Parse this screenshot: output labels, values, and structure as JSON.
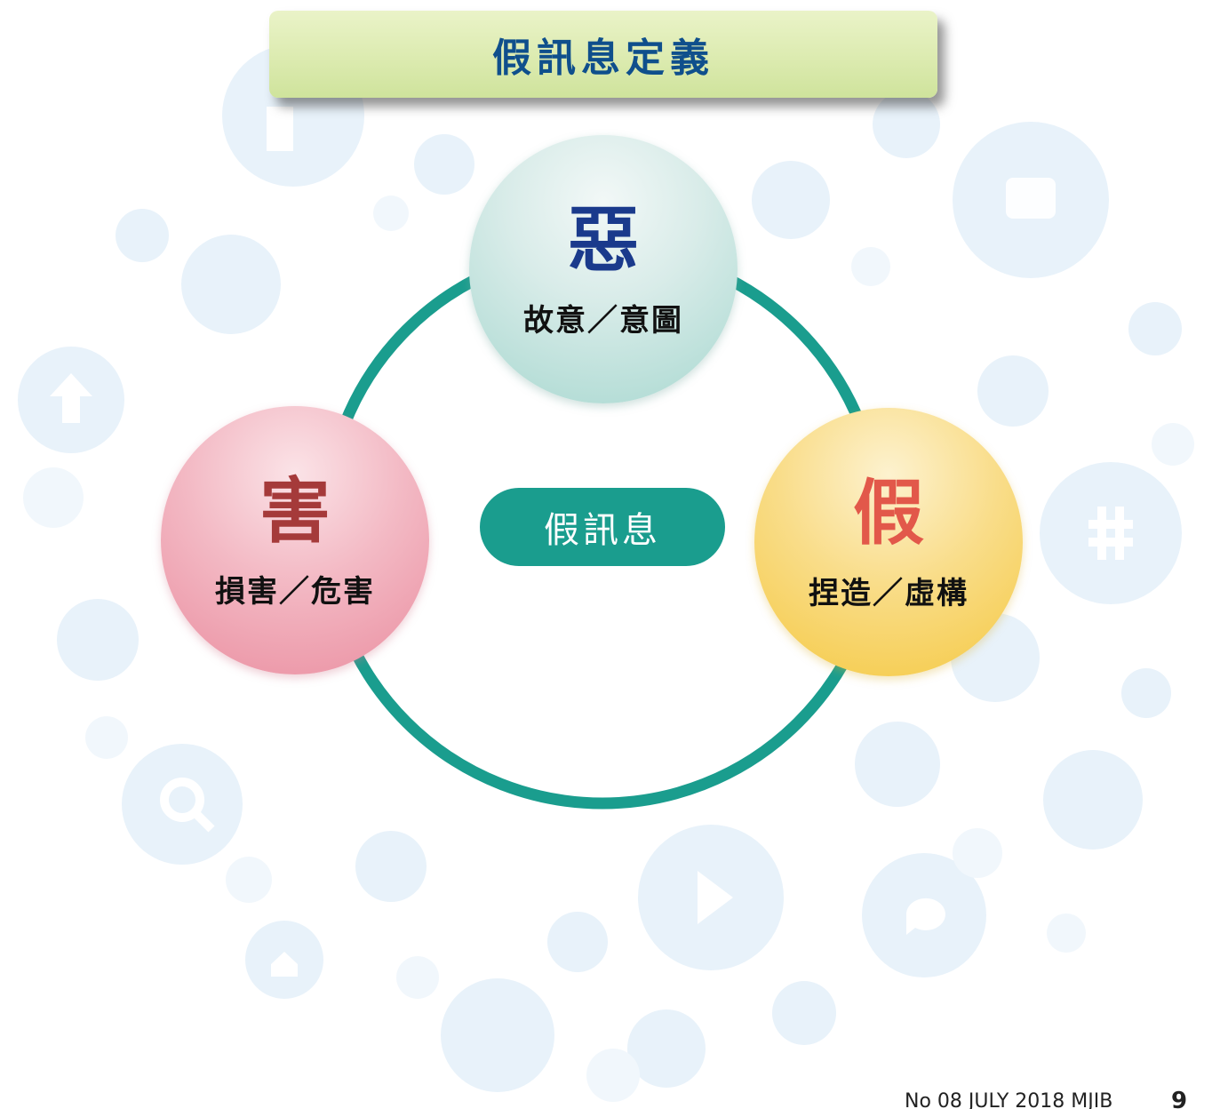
{
  "title": "假訊息定義",
  "center": {
    "label": "假訊息"
  },
  "nodes": {
    "top": {
      "char": "惡",
      "label": "故意／意圖"
    },
    "left": {
      "char": "害",
      "label": "損害／危害"
    },
    "right": {
      "char": "假",
      "label": "捏造／虛構"
    }
  },
  "footer": {
    "text": "No 08 JULY 2018 MJIB",
    "page": "9"
  },
  "colors": {
    "ring": "#1a9d8e",
    "center_pill": "#1a9d8e",
    "title_text": "#0f4f8c",
    "top_char": "#1a3a8c",
    "left_char": "#a53a3a",
    "right_char": "#e2584a",
    "background_icons": "#e6f1fa"
  },
  "background_icons": [
    "twitter-icon",
    "camera-icon",
    "hashtag-icon",
    "play-icon",
    "search-icon",
    "home-icon",
    "messenger-icon",
    "rss-icon",
    "heart-icon",
    "location-icon",
    "mail-icon",
    "user-icon",
    "arrow-up-icon",
    "thumbs-up-icon"
  ]
}
